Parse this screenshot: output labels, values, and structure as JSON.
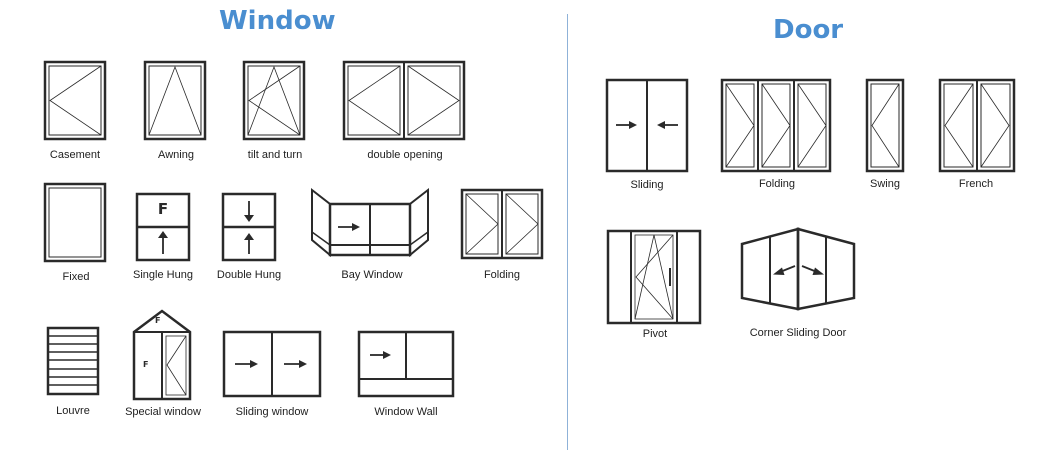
{
  "headings": {
    "window": "Window",
    "door": "Door"
  },
  "window_labels": {
    "casement": "Casement",
    "awning": "Awning",
    "tilt_and_turn": "tilt and turn",
    "double_opening": "double opening",
    "fixed": "Fixed",
    "single_hung": "Single Hung",
    "double_hung": "Double Hung",
    "bay_window": "Bay Window",
    "folding": "Folding",
    "louvre": "Louvre",
    "special_window": "Special window",
    "sliding_window": "Sliding window",
    "window_wall": "Window Wall"
  },
  "door_labels": {
    "sliding": "Sliding",
    "folding": "Folding",
    "swing": "Swing",
    "french": "French",
    "pivot": "Pivot",
    "corner_sliding_door": "Corner Sliding Door"
  },
  "glyphs": {
    "fixed_pane": "F"
  },
  "colors": {
    "heading": "#4a8ed0",
    "stroke": "#2a2a2a",
    "divider": "#8fb2d8"
  }
}
